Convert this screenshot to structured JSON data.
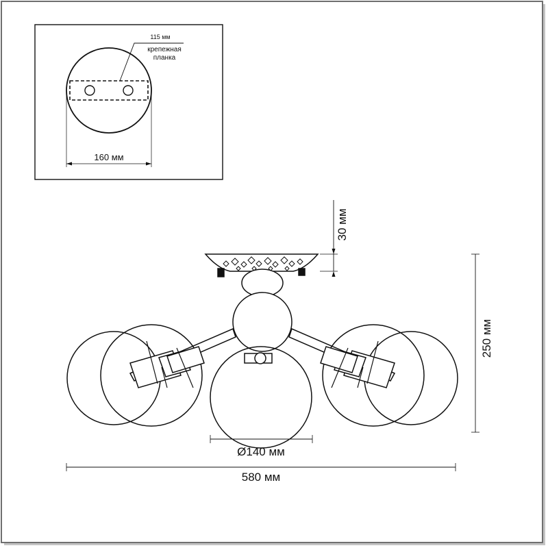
{
  "inset": {
    "mount_width_label": "115 мм",
    "mount_name_line1": "крепежная",
    "mount_name_line2": "планка",
    "base_diameter_label": "160 мм"
  },
  "main": {
    "canopy_height_label": "30 мм",
    "total_height_label": "250 мм",
    "shade_diameter_label": "Ø140 мм",
    "total_width_label": "580 мм"
  },
  "colors": {
    "line": "#111111",
    "border": "#6f6f6f",
    "shadow": "#b5b5b5",
    "background": "#ffffff"
  }
}
